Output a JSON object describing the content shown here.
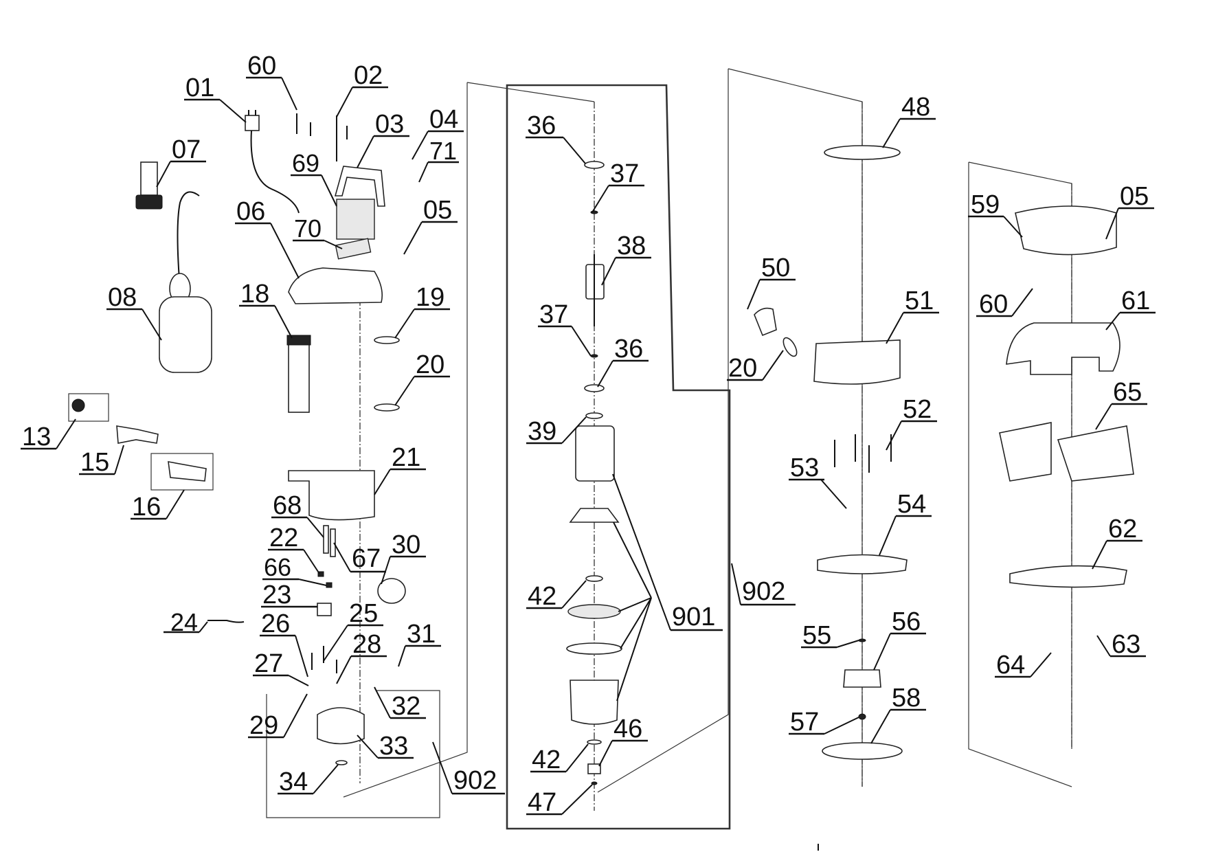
{
  "title": "Exploded parts diagram - submersible pump",
  "labels": {
    "p01": "01",
    "p02": "02",
    "p03": "03",
    "p04": "04",
    "p05a": "05",
    "p05b": "05",
    "p06": "06",
    "p07": "07",
    "p08": "08",
    "p13": "13",
    "p15": "15",
    "p16": "16",
    "p18": "18",
    "p19": "19",
    "p20a": "20",
    "p20b": "20",
    "p21": "21",
    "p22": "22",
    "p23": "23",
    "p24": "24",
    "p25": "25",
    "p26": "26",
    "p27": "27",
    "p28": "28",
    "p29": "29",
    "p30": "30",
    "p31": "31",
    "p32": "32",
    "p33": "33",
    "p34": "34",
    "p36a": "36",
    "p36b": "36",
    "p37a": "37",
    "p37b": "37",
    "p38": "38",
    "p39": "39",
    "p42a": "42",
    "p42b": "42",
    "p46": "46",
    "p47": "47",
    "p48": "48",
    "p50": "50",
    "p51": "51",
    "p52": "52",
    "p53": "53",
    "p54": "54",
    "p55": "55",
    "p56": "56",
    "p57": "57",
    "p58": "58",
    "p59": "59",
    "p60a": "60",
    "p60b": "60",
    "p61": "61",
    "p62": "62",
    "p63": "63",
    "p64": "64",
    "p65": "65",
    "p66": "66",
    "p67": "67",
    "p68": "68",
    "p69": "69",
    "p70": "70",
    "p71": "71",
    "p901": "901",
    "p902a": "902",
    "p902b": "902"
  }
}
